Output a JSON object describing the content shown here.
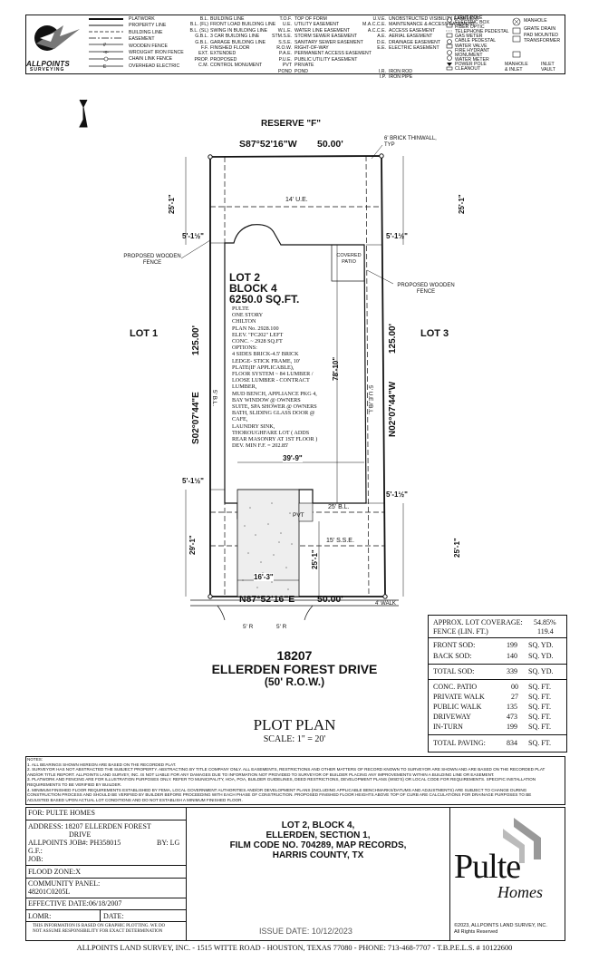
{
  "company": {
    "logo_text": "ALLPOINTS",
    "logo_subtext": "SURVEYING",
    "footer": "ALLPOINTS LAND SURVEY, INC. - 1515 WITTE ROAD - HOUSTON, TEXAS 77080 - PHONE: 713-468-7707 - T.B.P.E.L.S. # 10122600"
  },
  "legend": {
    "line_types": [
      "PLATWORK",
      "PROPERTY LINE",
      "BUILDING LINE",
      "EASEMENT",
      "WOODEN FENCE",
      "WROUGHT IRON FENCE",
      "CHAIN LINK FENCE",
      "OVERHEAD ELECTRIC"
    ],
    "col1_abbr": [
      "B.L.",
      "B.L. (FL)",
      "B.L. (SL)",
      "G.B.L.",
      "G.B.L.",
      "F.F.",
      "EXT.",
      "PROP.",
      "C.M."
    ],
    "col1_text": [
      "BUILDING LINE",
      "FRONT LOAD BUILDING LINE",
      "SWING IN BUILDING LINE",
      "3 CAR BUILDING LINE",
      "GARAGE BUILDING LINE",
      "FINISHED FLOOR",
      "EXTENDED",
      "PROPOSED",
      "CONTROL MONUMENT"
    ],
    "col2_abbr": [
      "T.O.F.",
      "U.E.",
      "W.L.E.",
      "STM.S.E.",
      "S.S.E.",
      "R.O.W.",
      "P.A.E.",
      "P.U.E.",
      "PVT",
      "POND"
    ],
    "col2_text": [
      "TOP OF FORM",
      "UTILITY EASEMENT",
      "WATER LINE EASEMENT",
      "STORM SEWER EASEMENT",
      "SANITARY SEWER EASEMENT",
      "RIGHT-OF-WAY",
      "PERMANENT ACCESS EASEMENT",
      "PUBLIC UTILITY EASEMENT",
      "PRIVATE",
      "POND"
    ],
    "col3_abbr": [
      "U.V.E.",
      "M.A.C.C.E.",
      "A.C.C.E.",
      "A.E.",
      "D.E.",
      "E.E.",
      "",
      "",
      "",
      "I.R.",
      "I.P."
    ],
    "col3_text": [
      "UNOBSTRUCTED VISIBILITY EASEMENT",
      "MAINTENANCE & ACCESS EASEMENT",
      "ACCESS EASEMENT",
      "AERIAL EASEMENT",
      "DRAINAGE EASEMENT",
      "ELECTRIC EASEMENT",
      "",
      "",
      "",
      "IRON ROD",
      "IRON PIPE"
    ],
    "col4_text": [
      "LIGHT POLE",
      "ELECTRIC BOX",
      "FIBER OPTIC",
      "TELEPHONE PEDESTAL",
      "GAS METER",
      "CABLE PEDESTAL",
      "WATER VALVE",
      "FIRE HYDRANT",
      "MONUMENT",
      "WATER METER",
      "POWER POLE",
      "CLEANOUT"
    ],
    "col5_text": [
      "MANHOLE",
      "GRATE DRAIN",
      "PAD MOUNTED TRANSFORMER",
      "MANHOLE & INLET",
      "INLET",
      "VAULT"
    ]
  },
  "plan": {
    "reserve": "RESERVE \"F\"",
    "north_bearing": "S87°52'16\"W",
    "north_distance": "50.00'",
    "south_bearing": "N87°52'16\"E",
    "south_distance": "50.00'",
    "west_bearing": "S02°07'44\"E",
    "west_distance": "125.00'",
    "east_bearing": "N02°07'44\"W",
    "east_distance": "125.00'",
    "lot_left": "LOT 1",
    "lot_right": "LOT 3",
    "brick_wall": "6' BRICK THINWALL, TYP",
    "ue_14": "14' U.E.",
    "dim_25_1_top": "25'-1\"",
    "dim_25_1_right": "25'-1\"",
    "dim_5_1_5": "5'-1½\"",
    "dim_78_10": "78'-10\"",
    "dim_39_9": "39'-9\"",
    "dim_29_1": "29'-1\"",
    "dim_25_1_drive": "25'-1\"",
    "dim_16_3": "16'-3\"",
    "dim_25_1_east": "25'-1\"",
    "sb_left": "5' B.L.",
    "sb_right": "5' U.E./B.L.",
    "bl_25": "25' B.L.",
    "sse_15": "15' S.S.E.",
    "walk_4": "4' WALK",
    "radius_left": "5' R",
    "radius_right": "5' R",
    "covered_patio": "COVERED PATIO",
    "proposed_fence_left": "PROPOSED WOODEN FENCE",
    "proposed_fence_right": "PROPOSED WOODEN FENCE",
    "pvt": "PVT",
    "lot_title": "LOT 2",
    "block_title": "BLOCK 4",
    "area_title": "6250.0 SQ.FT.",
    "house_details": [
      "PULTE",
      "ONE STORY",
      "CHILTON",
      "PLAN No. 2928.100",
      "ELEV. \"FC202\" LEFT",
      "CONC. ~ 2928 SQ.FT",
      "OPTIONS:",
      "4 SIDES BRICK-4.5' BRICK",
      "LEDGE- STICK FRAME, 10'",
      "PLATE(IF APPLICABLE),",
      "FLOOR SYSTEM ~ 84 LUMBER /",
      "LOOSE LUMBER - CONTRACT",
      "LUMBER,",
      "MUD BENCH, APPLIANCE PKG 4,",
      "BAY WINDOW @ OWNERS",
      "SUITE, SPA SHOWER @ OWNERS",
      "BATH, SLIDING GLASS DOOR @",
      "CAFE,",
      "LAUNDRY SINK,",
      "THOROUGHFARE LOT ( ADDS",
      "REAR MASONRY AT 1ST FLOOR )",
      "DEV. MIN F.F. = 202.85'"
    ]
  },
  "address": {
    "number": "18207",
    "street": "ELLERDEN FOREST DRIVE",
    "row": "(50' R.O.W.)"
  },
  "title_block": {
    "title": "PLOT PLAN",
    "scale": "SCALE: 1\" = 20'"
  },
  "summary": {
    "lot_coverage_label": "APPROX. LOT COVERAGE:",
    "lot_coverage_value": "54.85%",
    "fence_label": "FENCE (LIN. FT.)",
    "fence_value": "119.4",
    "front_sod_label": "FRONT SOD:",
    "front_sod_value": "199",
    "back_sod_label": "BACK SOD:",
    "back_sod_value": "140",
    "total_sod_label": "TOTAL SOD:",
    "total_sod_value": "339",
    "sq_yd": "SQ. YD.",
    "paving_rows": [
      {
        "label": "CONC. PATIO",
        "value": "00"
      },
      {
        "label": "PRIVATE WALK",
        "value": "27"
      },
      {
        "label": "PUBLIC WALK",
        "value": "135"
      },
      {
        "label": "DRIVEWAY",
        "value": "473"
      },
      {
        "label": "IN-TURN",
        "value": "199"
      }
    ],
    "sq_ft": "SQ. FT.",
    "total_paving_label": "TOTAL PAVING:",
    "total_paving_value": "834"
  },
  "notes": {
    "heading": "NOTES:",
    "lines": [
      "1. ALL BEARINGS SHOWN HEREON ARE BASED ON THE RECORDED PLAT.",
      "2. SURVEYOR HAS NOT ABSTRACTED THE SUBJECT PROPERTY. ABSTRACTING BY TITLE COMPANY ONLY. ALL EASEMENTS, RESTRICTIONS AND OTHER MATTERS OF RECORD KNOWN TO SURVEYOR ARE SHOWN AND ARE BASED ON THE RECORDED PLAT",
      "AND/OR TITLE REPORT. ALLPOINTS LAND SURVEY, INC. IS NOT LIABLE FOR ANY DAMAGES DUE TO INFORMATION NOT PROVIDED TO SURVEYOR OF BUILDER PLACING ANY IMPROVEMENTS WITHIN A BUILDING LINE OR EASEMENT.",
      "3. PLATWORK AND FENCING ARE FOR ILLUSTRATION PURPOSES ONLY. REFER TO MUNICIPALITY, HOA, POA, BUILDER GUIDELINES, DEED RESTRICTIONS, DEVELOPMENT PLANS (WSD'S) OR LOCAL CODE FOR REQUIREMENTS. SPECIFIC INSTALLATION",
      "REQUIREMENTS TO BE VERIFIED BY BUILDER.",
      "4. MINIMUM FINISHED FLOOR REQUIREMENTS ESTABLISHED BY FEMA, LOCAL GOVERNMENT AUTHORITIES AND/OR DEVELOPMENT PLANS (INCLUDING APPLICABLE BENCHMARKS/DATUMS AND ADJUSTMENTS) ARE SUBJECT TO CHANGE DURING",
      "CONSTRUCTION PROCESS AND SHOULD BE VERIFIED BY BUILDER BEFORE PROCEEDING WITH EACH PHASE OF CONSTRUCTION.  PROPOSED FINISHED FLOOR HEIGHTS ABOVE TOP OF CURB ARE CALCULATIONS FOR DRAINAGE PURPOSES TO BE",
      "ADJUSTED BASED UPON ACTUAL LOT CONDITIONS AND DO NOT ESTABLISH A MINIMUM FINISHED FLOOR."
    ]
  },
  "info": {
    "for": "FOR:  PULTE HOMES",
    "address_line1": "ADDRESS: 18207 ELLERDEN FOREST",
    "address_line2": "DRIVE",
    "job_no": "ALLPOINTS JOB#: PH358015",
    "by": "BY: LG",
    "gf": "G.F.:",
    "job": "JOB:",
    "flood_zone": "FLOOD ZONE:X",
    "community_panel_label": "COMMUNITY PANEL:",
    "community_panel": "48201C0205L",
    "effective_date": "EFFECTIVE DATE:06/18/2007",
    "lomr": "LOMR:",
    "date": "DATE:",
    "disclaimer1": "THIS INFORMATION IS BASED ON GRAPHIC PLOTTING. WE DO",
    "disclaimer2": "NOT ASSUME RESPONSIBILITY FOR EXACT DETERMINATION"
  },
  "legal": {
    "line1": "LOT 2, BLOCK 4,",
    "line2": "ELLERDEN, SECTION 1,",
    "line3": "FILM CODE NO. 704289, MAP RECORDS,",
    "line4": "HARRIS COUNTY, TX",
    "issue_date": "ISSUE DATE: 10/12/2023"
  },
  "builder": {
    "name": "Pulte",
    "script": "Homes",
    "copyright1": "©2023, ALLPOINTS LAND SURVEY, INC.",
    "copyright2": "All Rights Reserved"
  }
}
